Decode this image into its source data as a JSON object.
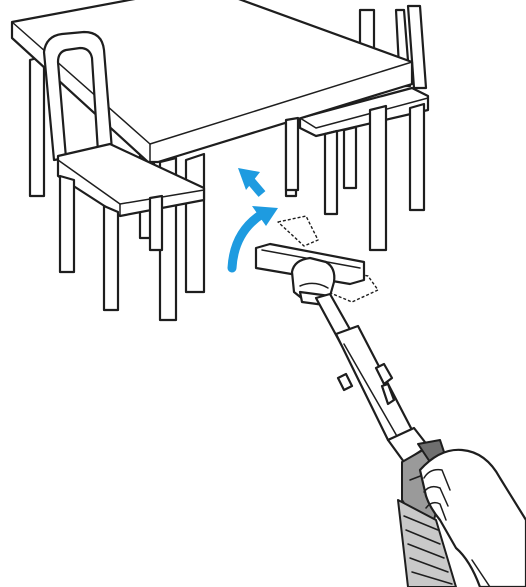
{
  "figure": {
    "description_icons": [
      "table-illustration",
      "chair-illustration",
      "vacuum-cleaner-illustration",
      "hand-illustration",
      "arrow-icon"
    ],
    "colors": {
      "line": "#1e1e1e",
      "arrow": "#1e9be0",
      "handle_grey": "#9a9a9a",
      "hose_grey": "#c9c9c9",
      "background": "#ffffff"
    }
  }
}
